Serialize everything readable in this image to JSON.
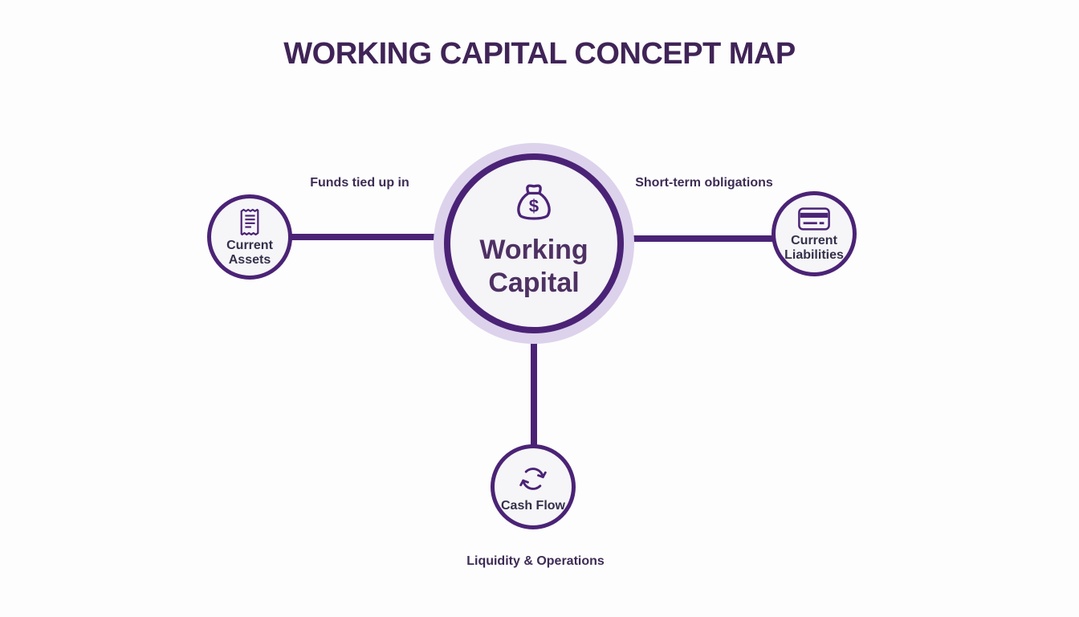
{
  "title": "WORKING CAPITAL CONCEPT MAP",
  "center_node": {
    "label": "Working Capital",
    "icon": "money-bag-icon"
  },
  "nodes": [
    {
      "label": "Current Assets",
      "icon": "receipt-icon"
    },
    {
      "label": "Current Liabilities",
      "icon": "credit-card-icon"
    },
    {
      "label": "Cash Flow",
      "icon": "cycle-icon"
    }
  ],
  "edge_labels": {
    "left": "Funds tied up in",
    "right": "Short-term obligations",
    "bottom": "Liquidity & Operations"
  },
  "colors": {
    "accent": "#4b2376",
    "halo": "#ddd2ec",
    "node_fill": "#f5f4f7",
    "title_text": "#402457",
    "caption_text": "#3e2c55",
    "node_label_text": "#35304a",
    "background": "#fdfdfd"
  }
}
